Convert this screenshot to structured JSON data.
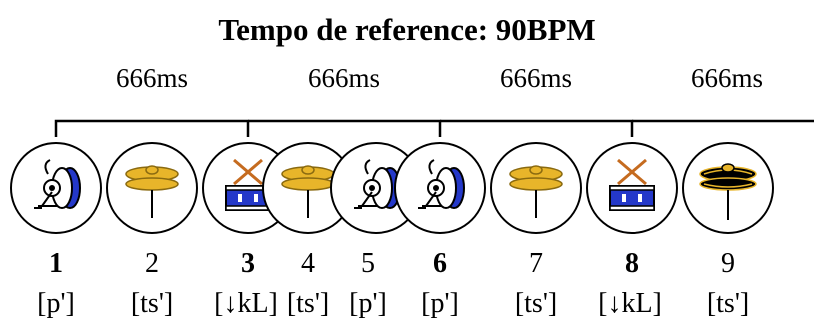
{
  "title": "Tempo de reference: 90BPM",
  "intervals": [
    "666ms",
    "666ms",
    "666ms",
    "666ms"
  ],
  "beats": [
    {
      "number": "1",
      "accent": true,
      "syllable": "[p']",
      "icon": "bass-drum-icon"
    },
    {
      "number": "2",
      "accent": false,
      "syllable": "[ts']",
      "icon": "hihat-cymbal-icon"
    },
    {
      "number": "3",
      "accent": true,
      "syllable": "[↓kL]",
      "icon": "snare-drum-icon"
    },
    {
      "number": "4",
      "accent": false,
      "syllable": "[ts']",
      "icon": "hihat-cymbal-icon"
    },
    {
      "number": "5",
      "accent": false,
      "syllable": "[p']",
      "icon": "bass-drum-icon"
    },
    {
      "number": "6",
      "accent": true,
      "syllable": "[p']",
      "icon": "bass-drum-icon"
    },
    {
      "number": "7",
      "accent": false,
      "syllable": "[ts']",
      "icon": "hihat-cymbal-icon"
    },
    {
      "number": "8",
      "accent": true,
      "syllable": "[↓kL]",
      "icon": "snare-drum-icon"
    },
    {
      "number": "9",
      "accent": false,
      "syllable": "[ts']",
      "icon": "crash-cymbal-icon"
    }
  ],
  "colors": {
    "gold": "#e8b52a",
    "blue": "#2438c9",
    "black": "#000000"
  }
}
